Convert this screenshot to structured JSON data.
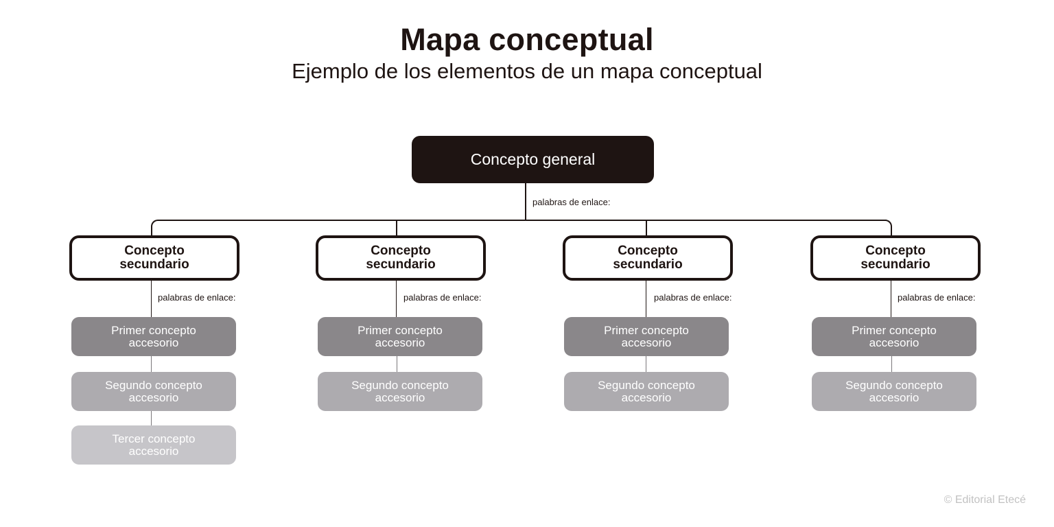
{
  "header": {
    "title": "Mapa conceptual",
    "subtitle": "Ejemplo de los elementos de un mapa conceptual"
  },
  "general_concept": {
    "label": "Concepto general",
    "link_label": "palabras de enlace:"
  },
  "columns": [
    {
      "secondary": {
        "line1": "Concepto",
        "line2": "secundario"
      },
      "link_label": "palabras de enlace:",
      "accessories": [
        {
          "line1": "Primer concepto",
          "line2": "accesorio"
        },
        {
          "line1": "Segundo concepto",
          "line2": "accesorio"
        },
        {
          "line1": "Tercer concepto",
          "line2": "accesorio"
        }
      ]
    },
    {
      "secondary": {
        "line1": "Concepto",
        "line2": "secundario"
      },
      "link_label": "palabras de enlace:",
      "accessories": [
        {
          "line1": "Primer concepto",
          "line2": "accesorio"
        },
        {
          "line1": "Segundo concepto",
          "line2": "accesorio"
        }
      ]
    },
    {
      "secondary": {
        "line1": "Concepto",
        "line2": "secundario"
      },
      "link_label": "palabras de enlace:",
      "accessories": [
        {
          "line1": "Primer concepto",
          "line2": "accesorio"
        },
        {
          "line1": "Segundo concepto",
          "line2": "accesorio"
        }
      ]
    },
    {
      "secondary": {
        "line1": "Concepto",
        "line2": "secundario"
      },
      "link_label": "palabras de enlace:",
      "accessories": [
        {
          "line1": "Primer concepto",
          "line2": "accesorio"
        },
        {
          "line1": "Segundo concepto",
          "line2": "accesorio"
        }
      ]
    }
  ],
  "colors": {
    "primary": "#1e1412",
    "accessory_1": "#8a878a",
    "accessory_2": "#adabaf",
    "accessory_3": "#c6c5c9",
    "footer": "#c2c2c2"
  },
  "footer": {
    "credit": "© Editorial Etecé"
  }
}
